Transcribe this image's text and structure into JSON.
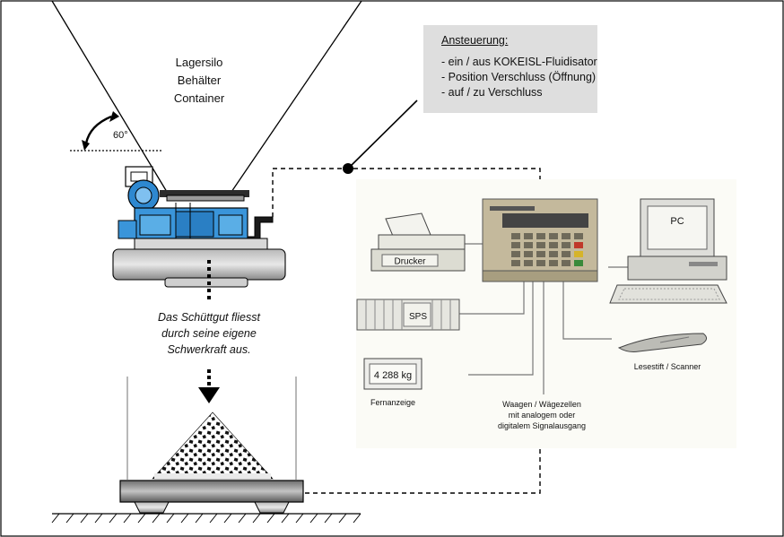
{
  "silo": {
    "line1": "Lagersilo",
    "line2": "Behälter",
    "line3": "Container"
  },
  "angle_label": "60°",
  "control": {
    "title": "Ansteuerung:",
    "items": [
      "- ein / aus KOKEISL-Fluidisator",
      "- Position Verschluss (Öffnung)",
      "- auf / zu Verschluss"
    ]
  },
  "flow_text": {
    "line1": "Das Schüttgut fliesst",
    "line2": "durch seine eigene",
    "line3": "Schwerkraft aus."
  },
  "devices": {
    "printer": "Drucker",
    "pc": "PC",
    "plc": "SPS",
    "remote_value": "4 288 kg",
    "remote_label": "Fernanzeige",
    "scanner": "Lesestift / Scanner",
    "loadcells": {
      "line1": "Waagen / Wägezellen",
      "line2": "mit analogem oder",
      "line3": "digitalem Signalausgang"
    }
  }
}
